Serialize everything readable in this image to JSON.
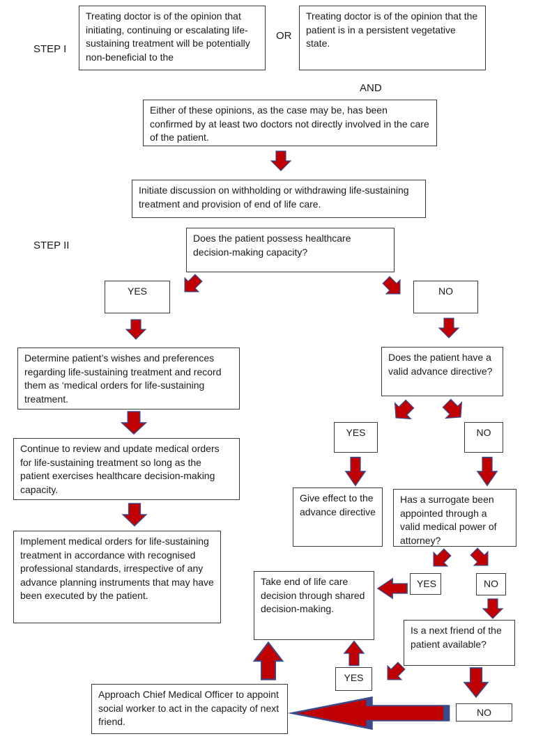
{
  "labels": {
    "step1": "STEP I",
    "step2": "STEP II",
    "or": "OR",
    "and": "AND"
  },
  "boxes": {
    "nonbeneficial": "Treating doctor is of the opinion that initiating, continuing or escalating life-sustaining treatment will be potentially non-beneficial to the",
    "pvs": "Treating doctor is of the opinion that the patient is in a persistent vegetative state.",
    "confirmed": "Either of these opinions, as the case may be, has been confirmed by at least two doctors not directly involved in the care of the patient.",
    "initiate": "Initiate discussion on withholding or withdrawing life-sustaining treatment and provision of end of life care.",
    "capacity_q": "Does the patient possess healthcare decision-making capacity?",
    "yes_capacity": "YES",
    "no_capacity": "NO",
    "determine": "Determine patient’s wishes and preferences regarding life-sustaining treatment and record them as ‘medical orders for life-sustaining treatment.",
    "review": "Continue to review and update medical orders for life-sustaining treatment so long as the patient exercises healthcare decision-making capacity.",
    "implement": "Implement medical orders for life-sustaining treatment in accordance with recognised professional standards, irrespective of any advance planning instruments that may have been executed by the patient.",
    "directive_q": "Does the patient have a valid advance directive?",
    "yes_directive": "YES",
    "no_directive": "NO",
    "give_effect": "Give effect to the advance directive",
    "surrogate_q": "Has a surrogate been appointed through a valid medical power of attorney?",
    "yes_surrogate": "YES",
    "no_surrogate": "NO",
    "shared": "Take end of life care decision through shared decision-making.",
    "friend_q": "Is a next friend of the patient available?",
    "yes_friend": "YES",
    "no_friend": "NO",
    "cmo": "Approach Chief Medical Officer to appoint social worker to act in the capacity of next friend."
  },
  "colors": {
    "arrow_fill": "#c00000",
    "arrow_outline": "#3b4a8a",
    "box_border": "#3a3a3a"
  }
}
